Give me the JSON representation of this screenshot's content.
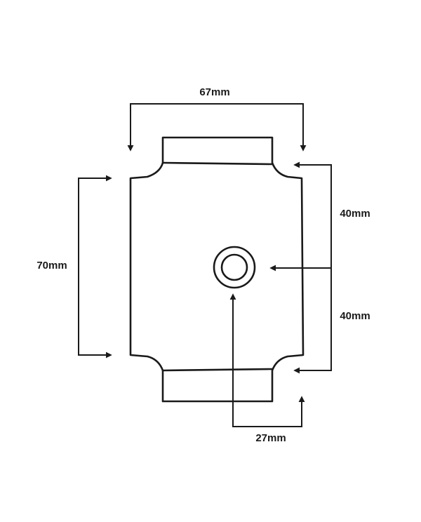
{
  "diagram": {
    "dimensions": {
      "width_top": "67mm",
      "height_left": "70mm",
      "upper_right": "40mm",
      "lower_right": "40mm",
      "bottom_offset": "27mm"
    },
    "colors": {
      "ink": "#1a1a1a",
      "background": "#ffffff"
    }
  }
}
